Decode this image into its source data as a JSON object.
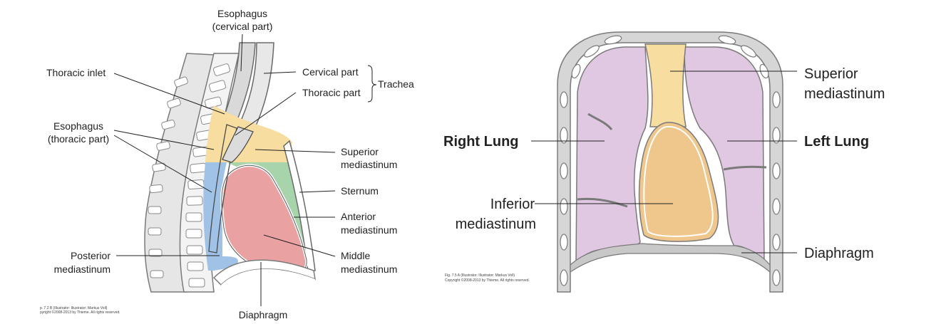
{
  "left_figure": {
    "labels": {
      "esophagus_cervical_1": "Esophagus",
      "esophagus_cervical_2": "(cervical part)",
      "thoracic_inlet": "Thoracic inlet",
      "cervical_part": "Cervical part",
      "thoracic_part": "Thoracic part",
      "trachea": "Trachea",
      "esophagus_thoracic_1": "Esophagus",
      "esophagus_thoracic_2": "(thoracic part)",
      "superior_1": "Superior",
      "superior_2": "mediastinum",
      "sternum": "Sternum",
      "anterior_1": "Anterior",
      "anterior_2": "mediastinum",
      "posterior_1": "Posterior",
      "posterior_2": "mediastinum",
      "middle_1": "Middle",
      "middle_2": "mediastinum",
      "diaphragm": "Diaphragm"
    },
    "credit_1": "p. 7.2 B   (Illustrator: Illustrator: Markus Voll)",
    "credit_2": "pyright ©2008-2013 by Thieme. All rights reserved."
  },
  "right_figure": {
    "labels": {
      "superior_1": "Superior",
      "superior_2": "mediastinum",
      "right_lung": "Right Lung",
      "left_lung": "Left Lung",
      "inferior_1": "Inferior",
      "inferior_2": "mediastinum",
      "diaphragm": "Diaphragm"
    },
    "credit_1": "Fig. 7.5 A   (Illustrator: Illustrator: Markus Voll)",
    "credit_2": "Copyright ©2008-2013 by Thieme. All rights reserved."
  },
  "colors": {
    "superior": "#f7dea0",
    "posterior": "#9fc2e6",
    "anterior": "#a8d4ab",
    "middle": "#e9a1a1",
    "lung": "#e0c8e2",
    "inferior": "#efc68b",
    "bone": "#d6d6d6",
    "bone_outline": "#7a7a7a"
  }
}
